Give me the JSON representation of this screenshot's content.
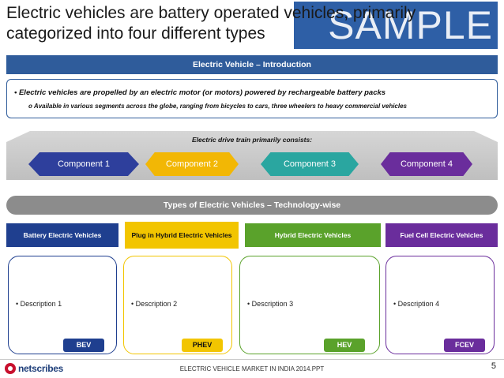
{
  "title": "Electric vehicles are battery operated vehicles, primarily categorized into four different types",
  "watermark": "SAMPLE",
  "intro": {
    "header": "Electric Vehicle – Introduction",
    "bullet": "• Electric vehicles are propelled by an electric motor (or motors) powered by rechargeable battery packs",
    "sub_bullet": "o Available in various segments across the globe, ranging from bicycles to cars, three wheelers to heavy commercial vehicles"
  },
  "drive_train": {
    "label": "Electric drive train primarily consists:",
    "components": [
      {
        "label": "Component 1",
        "color": "#2e3f9c"
      },
      {
        "label": "Component 2",
        "color": "#f2b705"
      },
      {
        "label": "Component 3",
        "color": "#2aa6a0"
      },
      {
        "label": "Component 4",
        "color": "#6a2d9c"
      }
    ]
  },
  "types": {
    "header": "Types of Electric Vehicles – Technology-wise",
    "items": [
      {
        "name": "Battery Electric Vehicles",
        "description": "• Description 1",
        "abbr": "BEV",
        "color": "#1f3f8f",
        "text_color": "#ffffff"
      },
      {
        "name": "Plug in Hybrid Electric Vehicles",
        "description": "• Description 2",
        "abbr": "PHEV",
        "color": "#f2c500",
        "text_color": "#111111"
      },
      {
        "name": "Hybrid Electric Vehicles",
        "description": "• Description 3",
        "abbr": "HEV",
        "color": "#5aa22b",
        "text_color": "#ffffff"
      },
      {
        "name": "Fuel Cell Electric Vehicles",
        "description": "• Description  4",
        "abbr": "FCEV",
        "color": "#6a2d9c",
        "text_color": "#ffffff"
      }
    ]
  },
  "footer": {
    "logo_text": "netscribes",
    "text": "ELECTRIC VEHICLE MARKET IN INDIA 2014.PPT",
    "page": "5"
  }
}
